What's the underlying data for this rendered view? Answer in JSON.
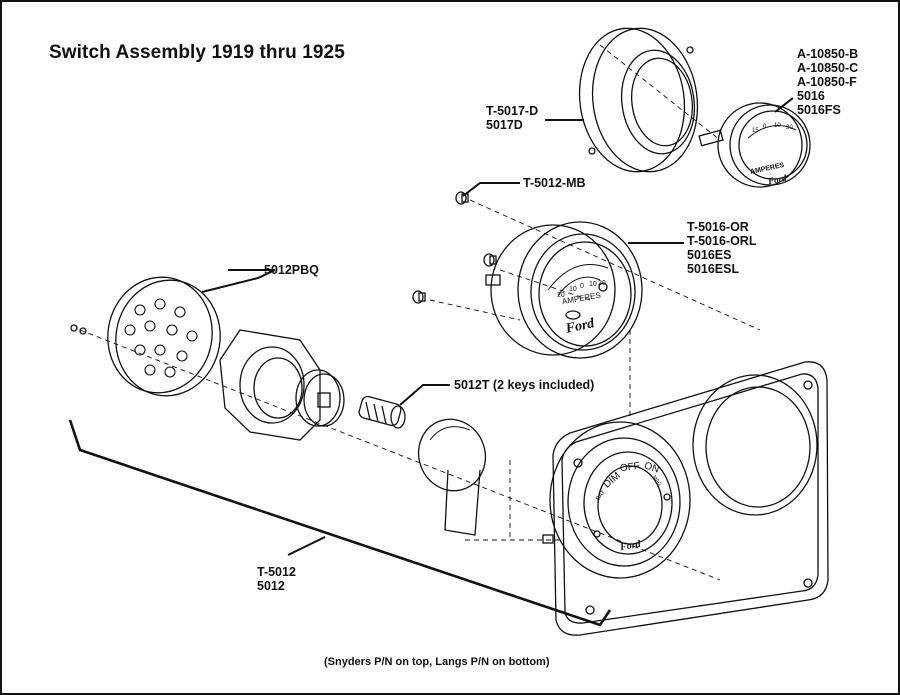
{
  "title": "Switch Assembly 1919 thru 1925",
  "footnote": "(Snyders P/N on top, Langs P/N on bottom)",
  "parts": {
    "ammeter_small": {
      "part_numbers": [
        "A-10850-B",
        "A-10850-C",
        "A-10850-F",
        "5016",
        "5016FS"
      ]
    },
    "bezel": {
      "part_numbers": [
        "T-5017-D",
        "5017D"
      ]
    },
    "screw": {
      "part_numbers": [
        "T-5012-MB"
      ]
    },
    "ammeter_large": {
      "part_numbers": [
        "T-5016-OR",
        "T-5016-ORL",
        "5016ES",
        "5016ESL"
      ]
    },
    "base_plate": {
      "part_numbers": [
        "5012PBQ"
      ]
    },
    "lock_cylinder": {
      "part_numbers": [
        "5012T (2 keys included)"
      ]
    },
    "switch_assembly": {
      "part_numbers": [
        "T-5012",
        "5012"
      ]
    }
  },
  "gauge_text": {
    "amperes": "AMPERES",
    "brand": "Ford",
    "scale_small": [
      "15",
      "0",
      "10",
      "20"
    ],
    "scale_large": [
      "20",
      "10",
      "0",
      "10",
      "20"
    ]
  },
  "switch_face": {
    "positions": [
      "BAT",
      "DIM",
      "OFF",
      "ON",
      "MAG"
    ],
    "brand": "Ford"
  }
}
